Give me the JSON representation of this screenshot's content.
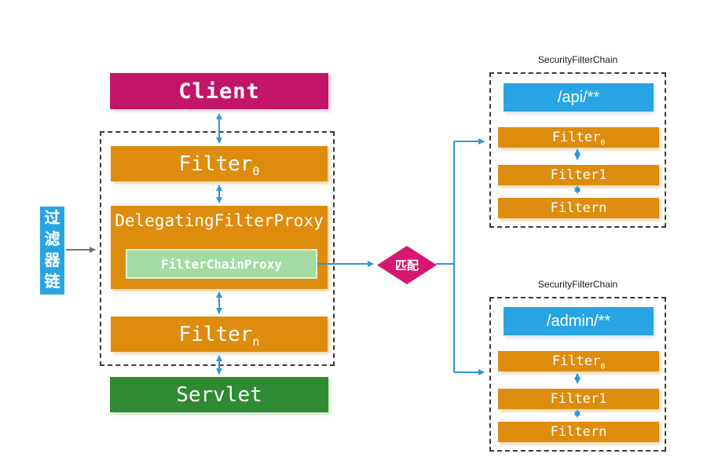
{
  "diagram": {
    "left_label": {
      "text": "过\n滤\n器\n链"
    },
    "main_chain": {
      "client": "Client",
      "filter0": {
        "base": "Filter",
        "sub": "0"
      },
      "delegating_filter_proxy": "DelegatingFilterProxy",
      "filter_chain_proxy": "FilterChainProxy",
      "filtern": {
        "base": "Filter",
        "sub": "n"
      },
      "servlet": "Servlet"
    },
    "match_diamond": {
      "text": "匹配"
    },
    "security_chains": [
      {
        "title": "SecurityFilterChain",
        "pattern": "/api/**",
        "filters": [
          {
            "base": "Filter",
            "sub": "0"
          },
          {
            "base": "Filter1",
            "sub": ""
          },
          {
            "base": "Filtern",
            "sub": ""
          }
        ]
      },
      {
        "title": "SecurityFilterChain",
        "pattern": "/admin/**",
        "filters": [
          {
            "base": "Filter",
            "sub": "0"
          },
          {
            "base": "Filter1",
            "sub": ""
          },
          {
            "base": "Filtern",
            "sub": ""
          }
        ]
      }
    ],
    "colors": {
      "magenta": "#C31568",
      "diamond_pink": "#D6176F",
      "orange": "#DE8C0E",
      "green": "#2F8B33",
      "light_green_fill": "#A2DCA2",
      "light_green_border": "#DDF1DA",
      "blue": "#29A4E2",
      "arrow_blue": "#2E96DB",
      "arrow_gray": "#757575"
    }
  }
}
